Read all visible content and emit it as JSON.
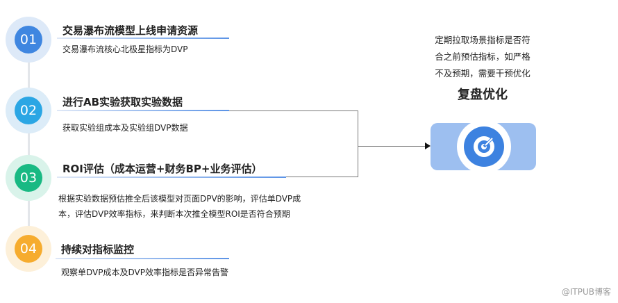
{
  "steps": [
    {
      "num": "01",
      "title": "交易瀑布流模型上线申请资源",
      "desc": [
        "交易瀑布流核心北极星指标为DVP"
      ],
      "color": "#3f86e0",
      "halo": "#dde9f8"
    },
    {
      "num": "02",
      "title": "进行AB实验获取实验数据",
      "desc": [
        "获取实验组成本及实验组DVP数据"
      ],
      "color": "#2ba6e4",
      "halo": "#dcecf8"
    },
    {
      "num": "03",
      "title": "ROI评估（成本运营+财务BP+业务评估）",
      "desc": [
        "根据实验数据预估推全后该模型对页面DPV的影响，评估单DVP成",
        "本，评估DVP效率指标，来判断本次推全模型ROI是否符合预期"
      ],
      "color": "#19b983",
      "halo": "#d9f3ea"
    },
    {
      "num": "04",
      "title": "持续对指标监控",
      "desc": [
        "观察单DVP成本及DVP效率指标是否异常告警"
      ],
      "color": "#f6ac2e",
      "halo": "#fdf0d9"
    }
  ],
  "review": {
    "lines": [
      "定期拉取场景指标是否符",
      "合之前预估指标，如严格",
      "不及预期，需要干预优化"
    ],
    "title": "复盘优化",
    "icon": "target-icon"
  },
  "watermark": "@ITPUB博客"
}
